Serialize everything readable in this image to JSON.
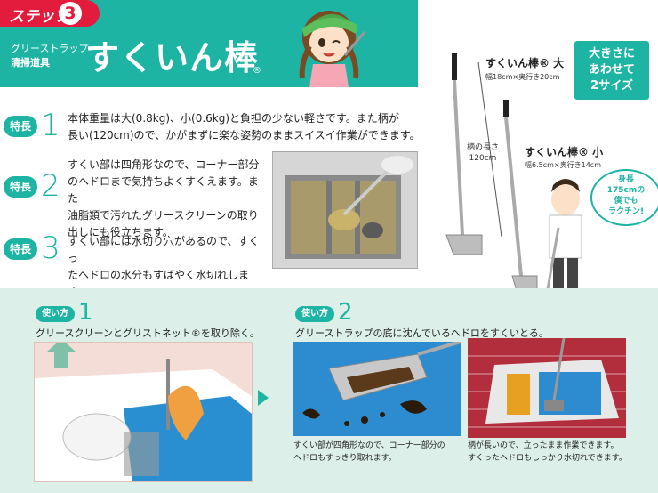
{
  "header": {
    "step_label": "ステップ",
    "step_number": "3",
    "subtitle_line1": "グリーストラップ",
    "subtitle_line2": "清掃道具",
    "title": "すくいん棒",
    "registered": "®"
  },
  "features": [
    {
      "badge": "特長",
      "number": "1",
      "lines": [
        "本体重量は大(0.8kg)、小(0.6kg)と負担の少ない軽さです。また柄が",
        "長い(120cm)ので、かがまずに楽な姿勢のままスイスイ作業ができます。"
      ]
    },
    {
      "badge": "特長",
      "number": "2",
      "lines": [
        "すくい部は四角形なので、コーナー部分",
        "のヘドロまで気持ちよくすくえます。また",
        "油脂類で汚れたグリースクリーンの取り",
        "出しにも役立ちます。"
      ]
    },
    {
      "badge": "特長",
      "number": "3",
      "lines": [
        "すくい部には水切り穴があるので、すくっ",
        "たヘドロの水分もすばやく水切れします。"
      ]
    }
  ],
  "sizes": {
    "box_lines": [
      "大きさに",
      "あわせて",
      "2サイズ"
    ],
    "large_name": "すくいん棒® 大",
    "large_dims": "幅18cm×奥行き20cm",
    "small_name": "すくいん棒® 小",
    "small_dims": "幅6.5cm×奥行き14cm",
    "handle_lines": [
      "柄の長さ",
      "120cm"
    ],
    "bubble_lines": [
      "身長",
      "175cmの",
      "僕でも",
      "ラクチン!"
    ]
  },
  "usage": [
    {
      "badge": "使い方",
      "number": "1",
      "text": "グリースクリーンとグリストネット®を取り除く。"
    },
    {
      "badge": "使い方",
      "number": "2",
      "text": "グリーストラップの底に沈んでいるヘドロをすくいとる。"
    }
  ],
  "captions": {
    "scene2": [
      "すくい部が四角形なので、コーナー部分の",
      "ヘドロもすっきり取れます。"
    ],
    "scene3": [
      "柄が長いので、立ったまま作業できます。",
      "すくったヘドロもしっかり水切れできます。"
    ]
  },
  "colors": {
    "accent": "#1eb4a4",
    "red": "#e31c3d",
    "bottom_bg": "#dcefe9"
  }
}
